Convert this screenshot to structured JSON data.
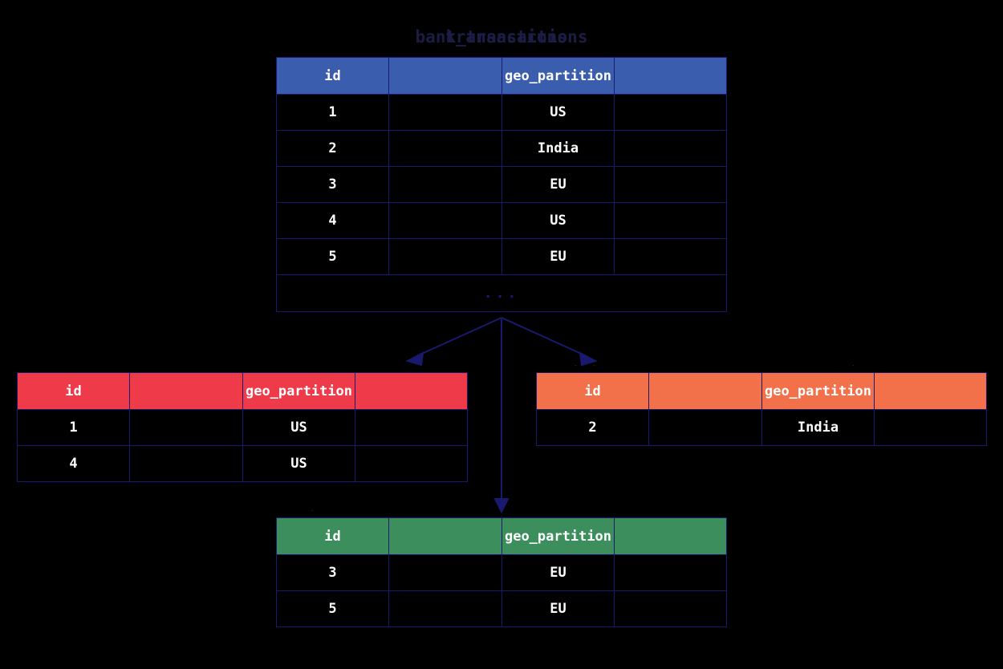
{
  "diagram": {
    "title_primary": "bank_transactions",
    "title_overlay": "transactions",
    "ellipsis": "...",
    "partition_key": "geo_partition"
  },
  "source_table": {
    "name": "bank_transactions",
    "header_color": "#3B5DAE",
    "columns": [
      "id",
      "",
      "geo_partition",
      ""
    ],
    "rows": [
      {
        "id": "1",
        "blank1": "",
        "geo_partition": "US",
        "blank2": "",
        "color": "#EE3A49"
      },
      {
        "id": "2",
        "blank1": "",
        "geo_partition": "India",
        "blank2": "",
        "color": "#F2704A"
      },
      {
        "id": "3",
        "blank1": "",
        "geo_partition": "EU",
        "blank2": "",
        "color": "#3C8F5D"
      },
      {
        "id": "4",
        "blank1": "",
        "geo_partition": "US",
        "blank2": "",
        "color": "#EE3A49"
      },
      {
        "id": "5",
        "blank1": "",
        "geo_partition": "EU",
        "blank2": "",
        "color": "#3C8F5D"
      }
    ],
    "truncation_marker": "..."
  },
  "partitions": [
    {
      "key": "US",
      "caption": "",
      "header_color": "#EE3A49",
      "columns": [
        "id",
        "",
        "geo_partition",
        ""
      ],
      "rows": [
        {
          "id": "1",
          "blank1": "",
          "geo_partition": "US",
          "blank2": ""
        },
        {
          "id": "4",
          "blank1": "",
          "geo_partition": "US",
          "blank2": ""
        }
      ]
    },
    {
      "key": "India",
      "caption": "India",
      "header_color": "#F2704A",
      "columns": [
        "id",
        "",
        "geo_partition",
        ""
      ],
      "rows": [
        {
          "id": "2",
          "blank1": "",
          "geo_partition": "India",
          "blank2": ""
        }
      ]
    },
    {
      "key": "EU",
      "caption": "EU",
      "header_color": "#3C8F5D",
      "columns": [
        "id",
        "",
        "geo_partition",
        ""
      ],
      "rows": [
        {
          "id": "3",
          "blank1": "",
          "geo_partition": "EU",
          "blank2": ""
        },
        {
          "id": "5",
          "blank1": "",
          "geo_partition": "EU",
          "blank2": ""
        }
      ]
    }
  ],
  "colors": {
    "background": "#000000",
    "border": "#191970",
    "arrow": "#191970",
    "title": "#1C1C44",
    "header_text": "#FFFFFF",
    "us": "#EE3A49",
    "india": "#F2704A",
    "eu": "#3C8F5D",
    "source": "#3B5DAE"
  }
}
